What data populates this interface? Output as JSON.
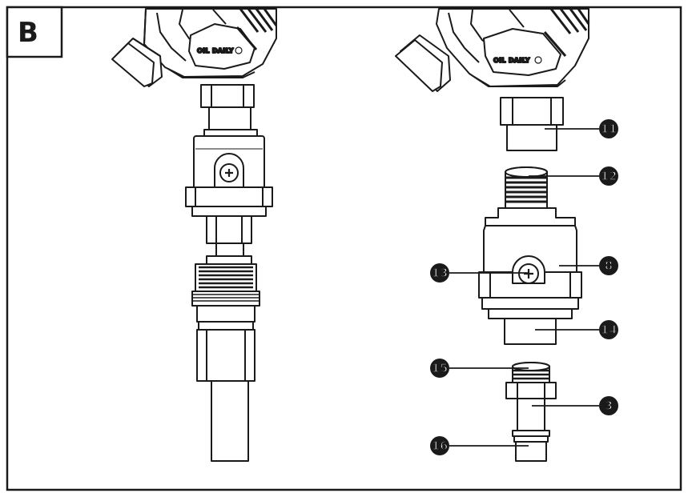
{
  "panel": {
    "letter": "B"
  },
  "left_assembly": {
    "oil_label": "OIL DAILY"
  },
  "right_assembly": {
    "oil_label": "OIL DAILY"
  },
  "callouts": [
    {
      "id": "c11",
      "number": "11"
    },
    {
      "id": "c12",
      "number": "12"
    },
    {
      "id": "c8",
      "number": "8"
    },
    {
      "id": "c13",
      "number": "13"
    },
    {
      "id": "c14",
      "number": "14"
    },
    {
      "id": "c15",
      "number": "15"
    },
    {
      "id": "c3",
      "number": "3"
    },
    {
      "id": "c16",
      "number": "16"
    }
  ],
  "colors": {
    "line": "#1a1a1a",
    "fill": "#ffffff",
    "shade": "#d9d9d9",
    "dark": "#1a1a1a"
  }
}
